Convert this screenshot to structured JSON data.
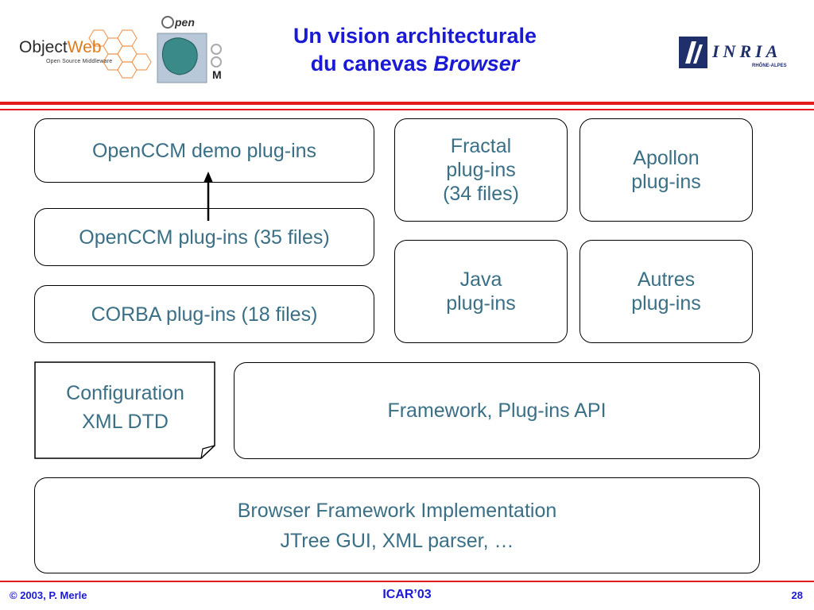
{
  "header": {
    "title_line1": "Un vision architecturale",
    "title_line2_prefix": "du canevas ",
    "title_line2_emph": "Browser"
  },
  "logos": {
    "objectweb_name_a": "Object",
    "objectweb_name_b": "Web",
    "objectweb_tagline": "Open Source Middleware",
    "openccm_top": "pen",
    "openccm_m": "M",
    "inria_name": "INRIA",
    "inria_sub": "RHÔNE-ALPES"
  },
  "boxes": {
    "opencmm_demo": [
      "OpenCCM demo plug-ins"
    ],
    "opencmm_plugins": [
      "OpenCCM plug-ins (35 files)"
    ],
    "corba_plugins": [
      "CORBA plug-ins (18 files)"
    ],
    "fractal": [
      "Fractal",
      "plug-ins",
      "(34 files)"
    ],
    "apollon": [
      "Apollon",
      "plug-ins"
    ],
    "java": [
      "Java",
      "plug-ins"
    ],
    "autres": [
      "Autres",
      "plug-ins"
    ],
    "configuration": [
      "Configuration",
      "XML DTD"
    ],
    "framework_api": [
      "Framework, Plug-ins API"
    ],
    "implementation": [
      "Browser Framework Implementation",
      "JTree GUI, XML parser, …"
    ]
  },
  "footer": {
    "copyright": "© 2003, P. Merle",
    "event": "ICAR’03",
    "page": "28"
  },
  "colors": {
    "title": "#1a1ad6",
    "box_text": "#3a6f86",
    "rule": "#e21b1b"
  }
}
